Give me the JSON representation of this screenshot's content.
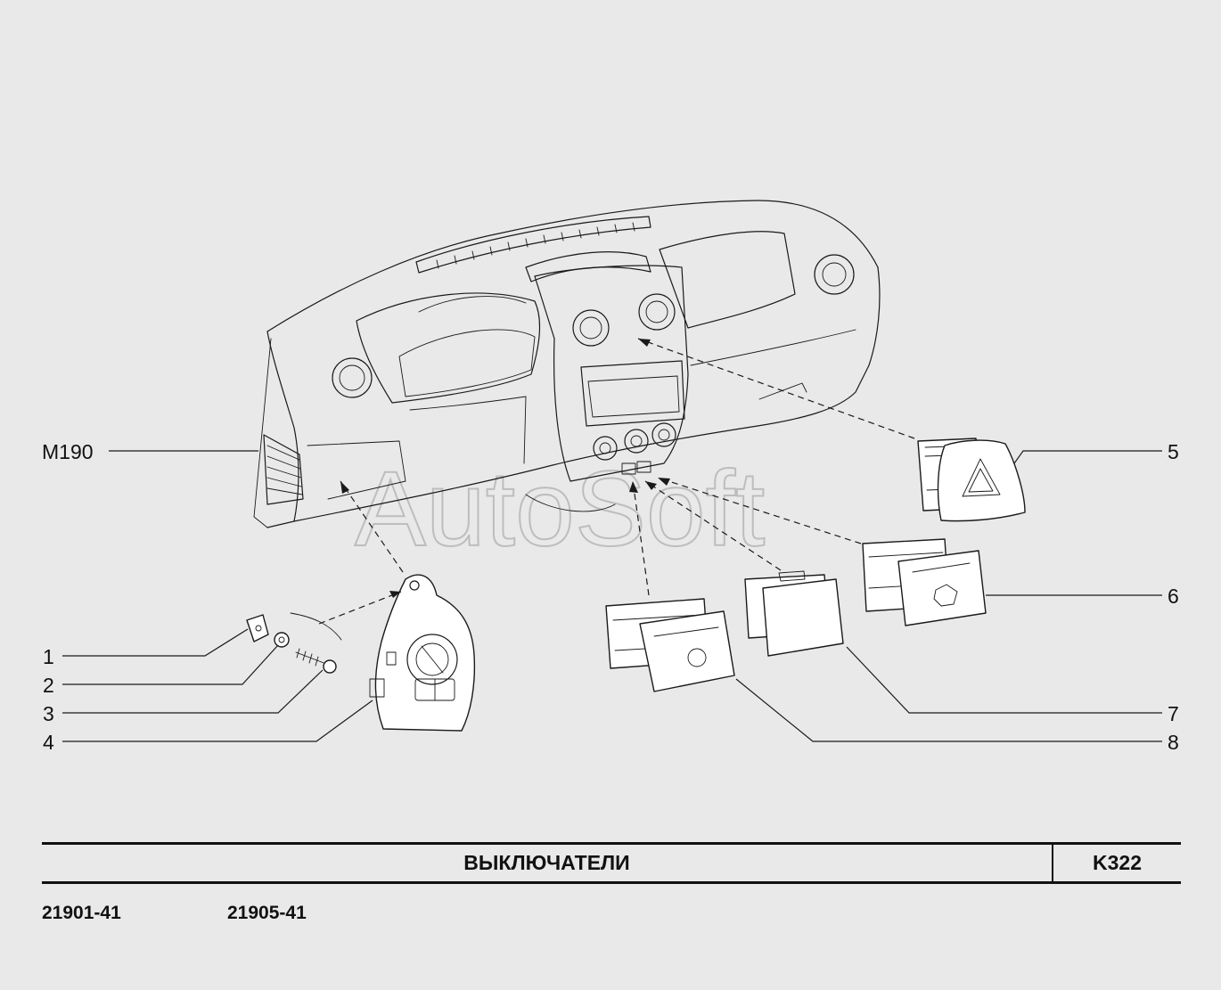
{
  "diagram": {
    "watermark": "AutoSoft",
    "callouts": [
      "1",
      "2",
      "3",
      "4",
      "5",
      "6",
      "7",
      "8",
      "M190"
    ]
  },
  "footer": {
    "title": "ВЫКЛЮЧАТЕЛИ",
    "page_code": "K322",
    "models": [
      "21901-41",
      "21905-41"
    ]
  }
}
